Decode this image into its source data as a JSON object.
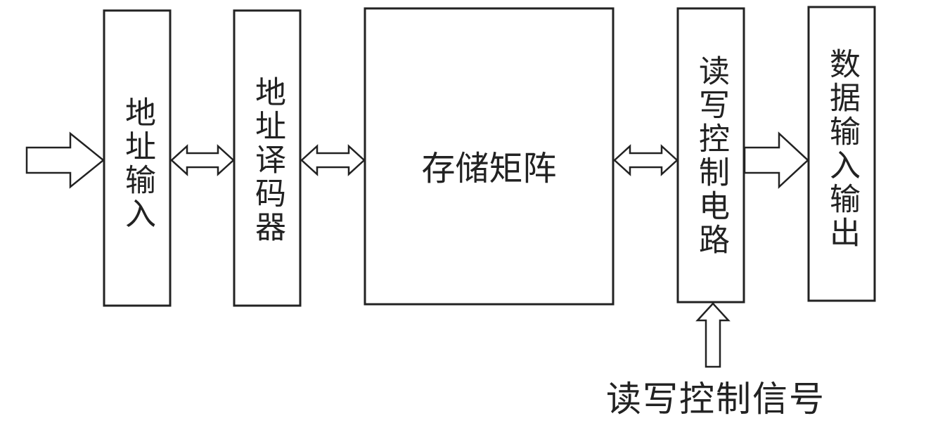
{
  "blocks": {
    "address_input": "地址输入",
    "address_decoder": "地址译码器",
    "storage_matrix": "存储矩阵",
    "rw_control_circuit": "读写控制电路",
    "data_io": "数据输入输出"
  },
  "signal_label": "读写控制信号",
  "colors": {
    "stroke": "#222222",
    "background": "#ffffff"
  }
}
